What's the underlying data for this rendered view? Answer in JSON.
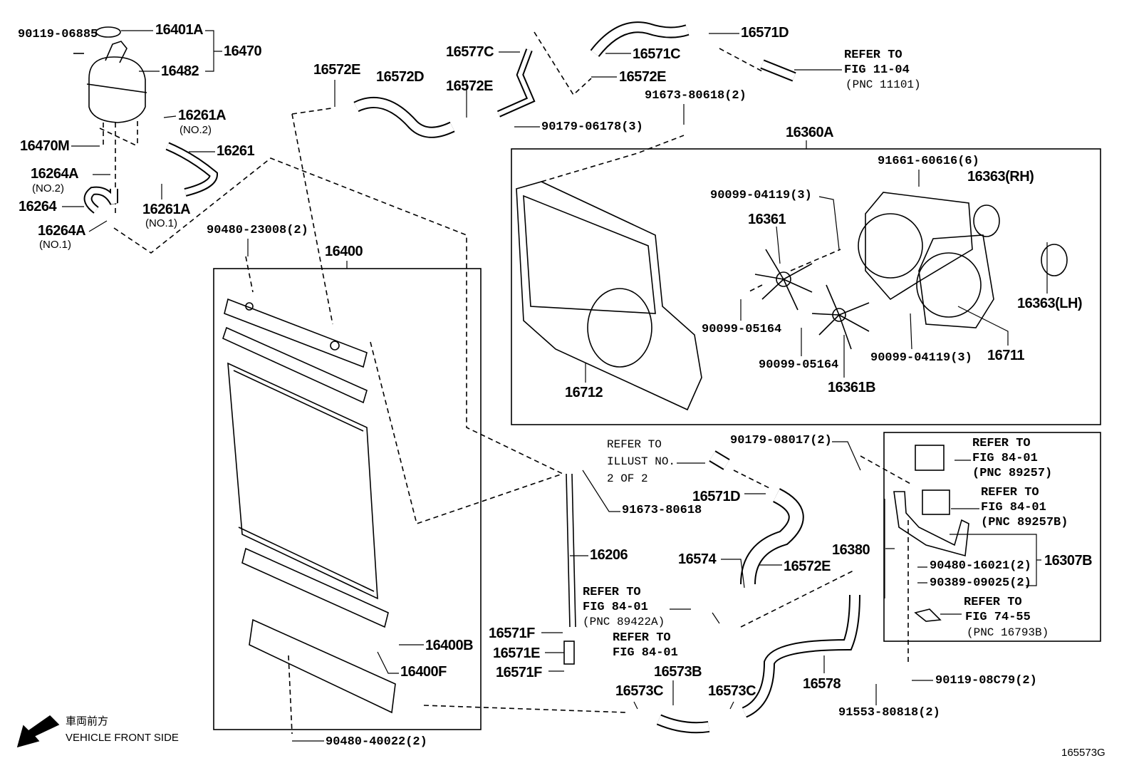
{
  "labels": [
    "90119-06885",
    "16401A",
    "16470",
    "16482",
    "16261A",
    "(NO.2)",
    "16470M",
    "16261",
    "16264A",
    "(NO.2)",
    "16264",
    "16261A",
    "(NO.1)",
    "16264A",
    "(NO.1)",
    "90480-23008(2)",
    "16400",
    "16572E",
    "16572D",
    "16577C",
    "16572E",
    "90179-06178(3)",
    "16571C",
    "16572E",
    "16571D",
    "REFER TO",
    "FIG 11-04",
    "(PNC 11101)",
    "91673-80618(2)",
    "16360A",
    "91661-60616(6)",
    "16363(RH)",
    "90099-04119(3)",
    "16361",
    "16363(LH)",
    "90099-05164",
    "16711",
    "90099-05164",
    "90099-04119(3)",
    "16712",
    "16361B",
    "REFER TO",
    "ILLUST NO.",
    "2 OF 2",
    "90179-08017(2)",
    "REFER TO",
    "FIG 84-01",
    "(PNC 89257)",
    "16571D",
    "REFER TO",
    "FIG 84-01",
    "(PNC 89257B)",
    "91673-80618",
    "16380",
    "16206",
    "16574",
    "16572E",
    "90480-16021(2)",
    "16307B",
    "90389-09025(2)",
    "REFER TO",
    "FIG 84-01",
    "(PNC 89422A)",
    "REFER TO",
    "FIG 74-55",
    "(PNC 16793B)",
    "REFER TO",
    "FIG 84-01",
    "16571F",
    "16400B",
    "16571E",
    "16400F",
    "16571F",
    "16573B",
    "16578",
    "90119-08C79(2)",
    "16573C",
    "16573C",
    "91553-80818(2)"
  ],
  "direction": {
    "jp": "車両前方",
    "en": "VEHICLE FRONT SIDE",
    "icon": "arrow-down-left-icon"
  },
  "figure_id": "165573G"
}
